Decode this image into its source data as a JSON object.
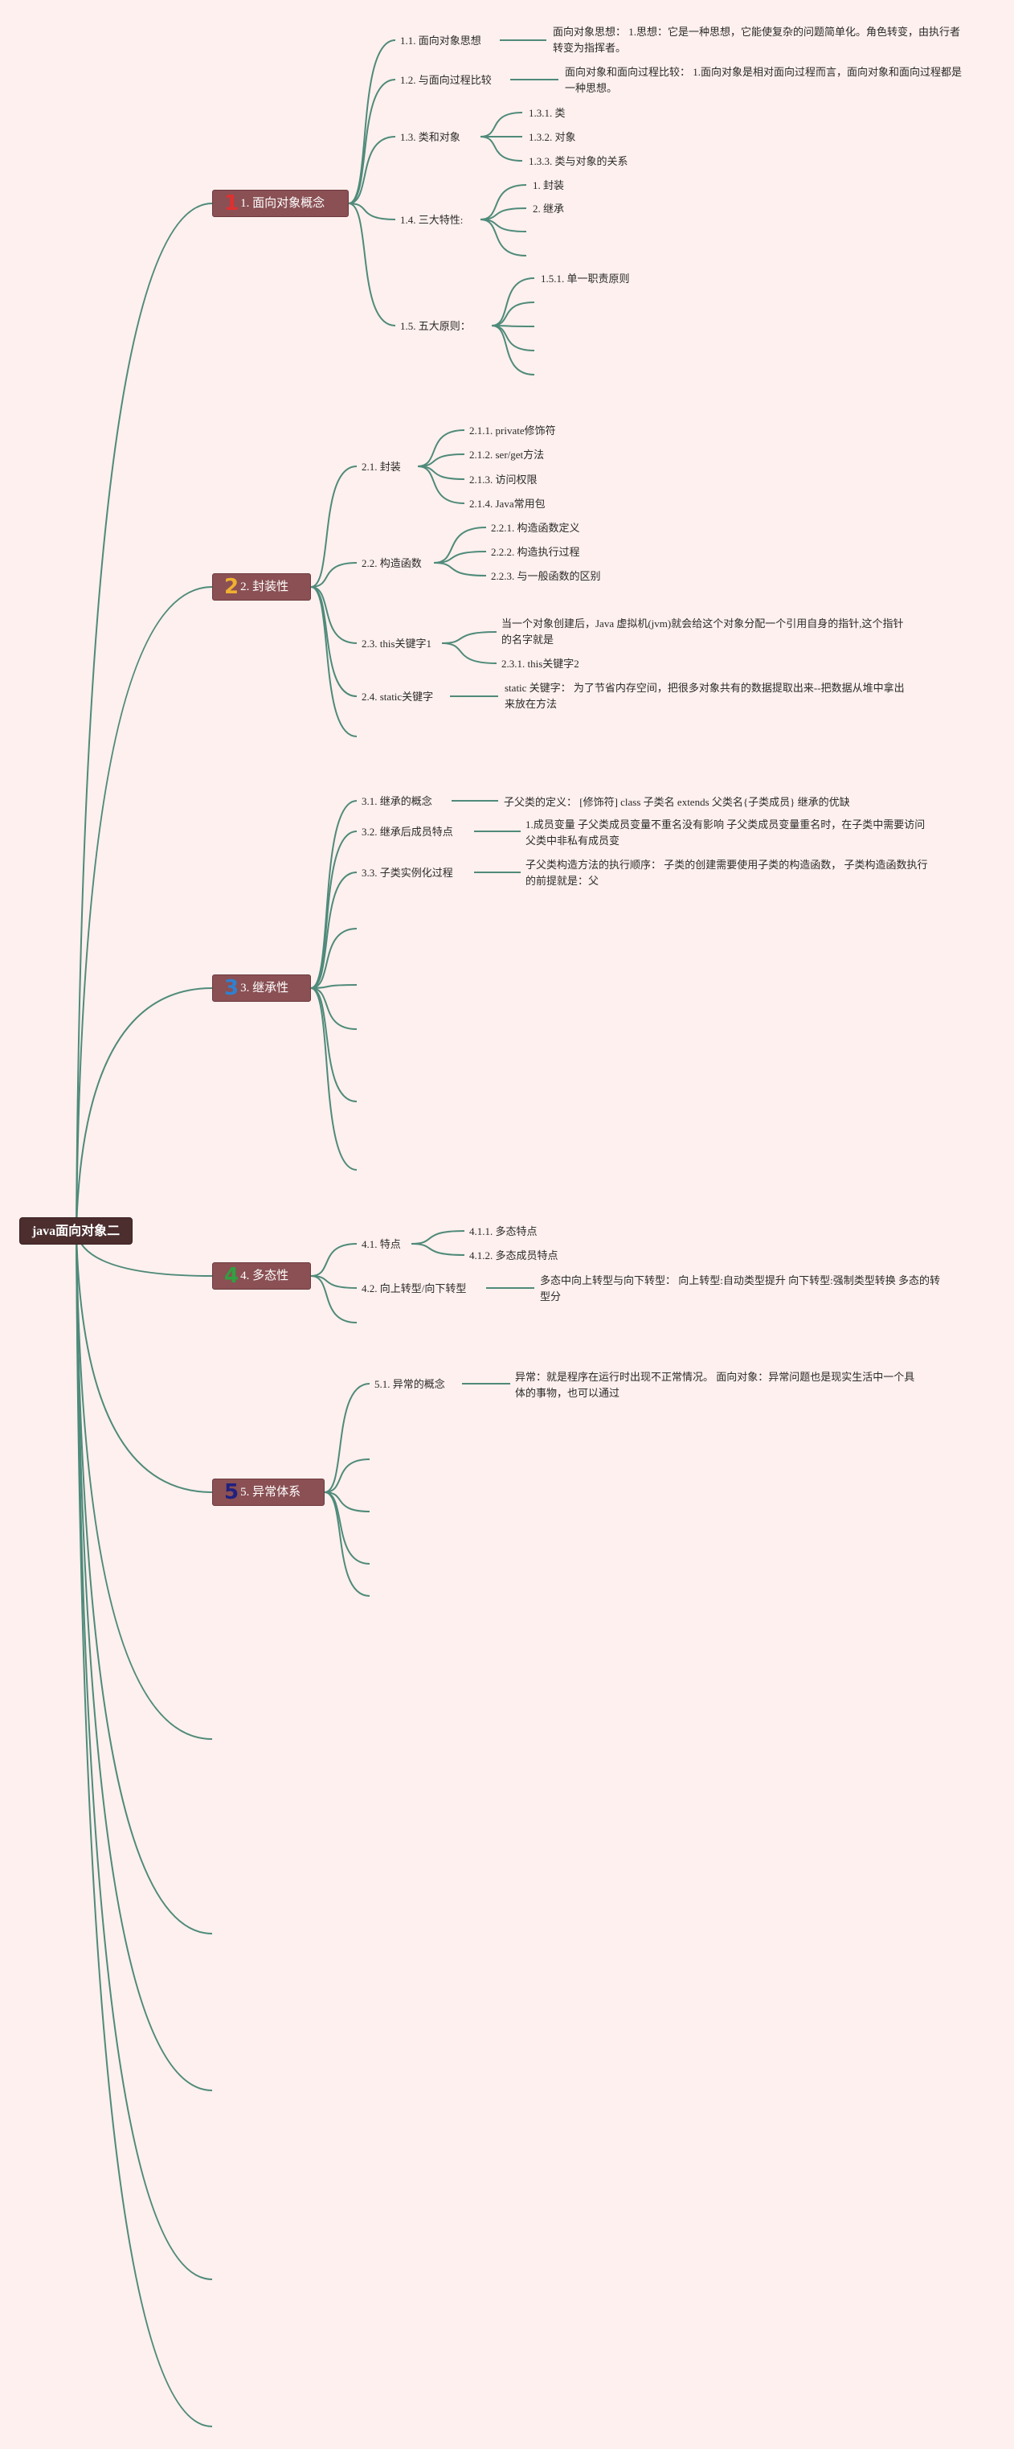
{
  "root": {
    "label": "java面向对象二"
  },
  "topics": [
    {
      "num": "1",
      "label": "1. 面向对象概念",
      "num_color": "#e03030"
    },
    {
      "num": "2",
      "label": "2. 封装性",
      "num_color": "#f0b030"
    },
    {
      "num": "3",
      "label": "3. 继承性",
      "num_color": "#3080d0"
    },
    {
      "num": "4",
      "label": "4. 多态性",
      "num_color": "#30a040"
    },
    {
      "num": "5",
      "label": "5. 异常体系",
      "num_color": "#202080"
    }
  ],
  "labels": {
    "t1_1": "1.1. 面向对象思想",
    "t1_1_note": "面向对象思想： 1.思想：它是一种思想，它能使复杂的问题简单化。角色转变，由执行者转变为指挥者。",
    "t1_2": "1.2. 与面向过程比较",
    "t1_2_note": "面向对象和面向过程比较： 1.面向对象是相对面向过程而言，面向对象和面向过程都是一种思想。",
    "t1_3": "1.3. 类和对象",
    "t1_3_1": "1.3.1. 类",
    "t1_3_2": "1.3.2. 对象",
    "t1_3_3": "1.3.3. 类与对象的关系",
    "t1_4": "1.4. 三大特性:",
    "t1_4_1": "1. 封装",
    "t1_4_2": "2. 继承",
    "t1_5": "1.5. 五大原则：",
    "t1_5_1": "1.5.1. 单一职责原则",
    "t2_1": "2.1. 封装",
    "t2_1_1": "2.1.1. private修饰符",
    "t2_1_2": "2.1.2. ser/get方法",
    "t2_1_3": "2.1.3. 访问权限",
    "t2_1_4": "2.1.4. Java常用包",
    "t2_2": "2.2. 构造函数",
    "t2_2_1": "2.2.1. 构造函数定义",
    "t2_2_2": "2.2.2. 构造执行过程",
    "t2_2_3": "2.2.3. 与一般函数的区别",
    "t2_3": "2.3. this关键字1",
    "t2_3_note": "当一个对象创建后，Java 虚拟机(jvm)就会给这个对象分配一个引用自身的指针,这个指针的名字就是",
    "t2_3_1": "2.3.1. this关键字2",
    "t2_4": "2.4. static关键字",
    "t2_4_note": "static 关键字： 为了节省内存空间，把很多对象共有的数据提取出来--把数据从堆中拿出来放在方法",
    "t3_1": "3.1. 继承的概念",
    "t3_1_note": "子父类的定义： [修饰符] class 子类名 extends 父类名{子类成员} 继承的优缺",
    "t3_2": "3.2. 继承后成员特点",
    "t3_2_note": "1.成员变量 子父类成员变量不重名没有影响 子父类成员变量重名时，在子类中需要访问父类中非私有成员变",
    "t3_3": "3.3. 子类实例化过程",
    "t3_3_note": "子父类构造方法的执行顺序： 子类的创建需要使用子类的构造函数， 子类构造函数执行的前提就是：父",
    "t4_1": "4.1. 特点",
    "t4_1_1": "4.1.1. 多态特点",
    "t4_1_2": "4.1.2. 多态成员特点",
    "t4_2": "4.2. 向上转型/向下转型",
    "t4_2_note": "多态中向上转型与向下转型： 向上转型:自动类型提升 向下转型:强制类型转换 多态的转型分",
    "t5_1": "5.1. 异常的概念",
    "t5_1_note": "异常：就是程序在运行时出现不正常情况。 面向对象：异常问题也是现实生活中一个具体的事物，也可以通过"
  }
}
